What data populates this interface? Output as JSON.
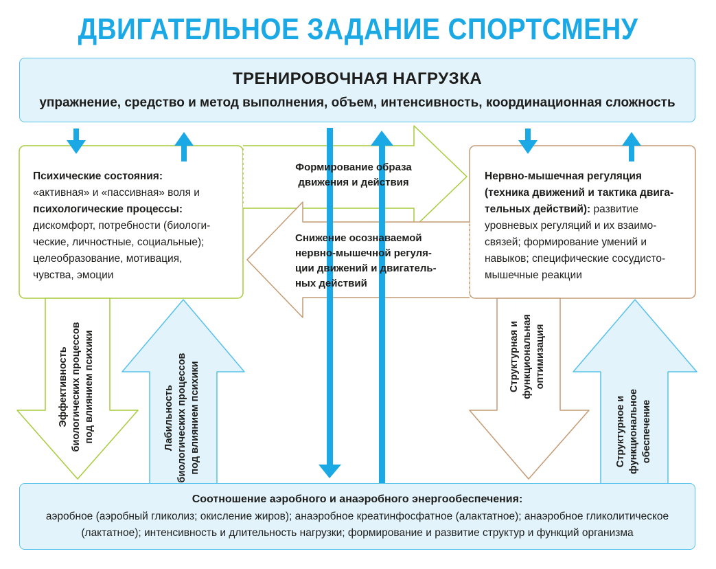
{
  "title": "ДВИГАТЕЛЬНОЕ ЗАДАНИЕ СПОРТСМЕНУ",
  "top": {
    "heading": "ТРЕНИРОВОЧНАЯ НАГРУЗКА",
    "subheading": "упражнение, средство и метод выполнения, объем, интенсивность, координационная сложность"
  },
  "left_box": {
    "line1_bold": "Психические состояния:",
    "line2": "«активная» и «пассивная» воля и",
    "line3_bold": "психологические процессы:",
    "line4": "дискомфорт, потребности (биологи-",
    "line5": "ческие, личностные, социальные);",
    "line6": "целеобразование, мотивация,",
    "line7": "чувства, эмоции"
  },
  "right_box": {
    "line1_bold": "Нервно-мышечная регуляция",
    "line2_bold": "(техника движений и тактика двига-",
    "line3_bold": "тельных действий):",
    "line3_rest": " развитие",
    "line4": "уровневых регуляций и их взаимо-",
    "line5": "связей; формирование умений и",
    "line6": "навыков; специфические сосудисто-",
    "line7": "мышечные реакции"
  },
  "arrow_right": {
    "line1": "Формирование образа",
    "line2": "движения и действия"
  },
  "arrow_left": {
    "line1": "Снижение осознаваемой",
    "line2": "нервно-мышечной регуля-",
    "line3": "ции движений и двигатель-",
    "line4": "ных действий"
  },
  "vertical": {
    "v1": [
      "Эффективность",
      "биологических процессов",
      "под влиянием психики"
    ],
    "v2": [
      "Лабильность",
      "биологических процессов",
      "под влиянием психики"
    ],
    "v3": [
      "Структурная и",
      "функциональная",
      "оптимизация"
    ],
    "v4": [
      "Структурное и",
      "функциональное",
      "обеспечение"
    ]
  },
  "bottom": {
    "heading": "Соотношение аэробного и анаэробного энергообеспечения:",
    "text1": "аэробное (аэробный гликолиз; окисление жиров); анаэробное креатинфосфатное (алактатное); анаэробное гликолитическое",
    "text2": "(лактатное); интенсивность и длительность нагрузки; формирование и развитие структур и функций организма"
  },
  "colors": {
    "blue": "#1ba9e6",
    "light_blue_fill": "#e2f3fb",
    "green_outline": "#a6cc3a",
    "brown_outline": "#c49a72"
  }
}
